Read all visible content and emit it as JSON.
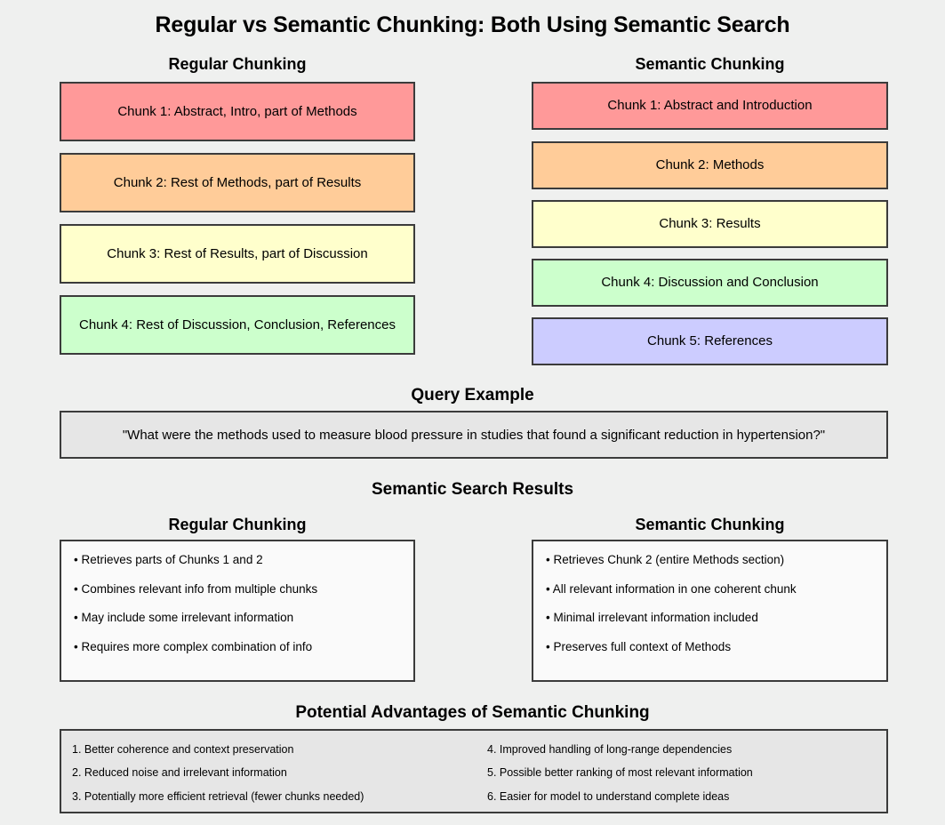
{
  "title": "Regular vs Semantic Chunking: Both Using Semantic Search",
  "colors": {
    "background": "#eff0ef",
    "border": "#3b3b3b",
    "chunk_red": "#ff9999",
    "chunk_orange": "#ffcc99",
    "chunk_yellow": "#ffffcc",
    "chunk_green": "#ccffcc",
    "chunk_purple": "#ccccff",
    "panel_gray": "#e6e6e6",
    "panel_white": "#fafafa"
  },
  "top": {
    "left_heading": "Regular Chunking",
    "right_heading": "Semantic Chunking",
    "regular_chunks": [
      {
        "label": "Chunk 1: Abstract, Intro, part of Methods",
        "color": "#ff9999"
      },
      {
        "label": "Chunk 2: Rest of Methods, part of Results",
        "color": "#ffcc99"
      },
      {
        "label": "Chunk 3: Rest of Results, part of Discussion",
        "color": "#ffffcc"
      },
      {
        "label": "Chunk 4: Rest of Discussion, Conclusion, References",
        "color": "#ccffcc"
      }
    ],
    "semantic_chunks": [
      {
        "label": "Chunk 1: Abstract and Introduction",
        "color": "#ff9999"
      },
      {
        "label": "Chunk 2: Methods",
        "color": "#ffcc99"
      },
      {
        "label": "Chunk 3: Results",
        "color": "#ffffcc"
      },
      {
        "label": "Chunk 4: Discussion and Conclusion",
        "color": "#ccffcc"
      },
      {
        "label": "Chunk 5: References",
        "color": "#ccccff"
      }
    ]
  },
  "query": {
    "heading": "Query Example",
    "text": "\"What were the methods used to measure blood pressure in studies that found a significant reduction in hypertension?\""
  },
  "results": {
    "heading": "Semantic Search Results",
    "left_heading": "Regular Chunking",
    "right_heading": "Semantic Chunking",
    "regular_points": [
      "• Retrieves parts of Chunks 1 and 2",
      "• Combines relevant info from multiple chunks",
      "• May include some irrelevant information",
      "• Requires more complex combination of info"
    ],
    "semantic_points": [
      "• Retrieves Chunk 2 (entire Methods section)",
      "• All relevant information in one coherent chunk",
      "• Minimal irrelevant information included",
      "• Preserves full context of Methods"
    ]
  },
  "advantages": {
    "heading": "Potential Advantages of Semantic Chunking",
    "left_items": [
      "1. Better coherence and context preservation",
      "2. Reduced noise and irrelevant information",
      "3. Potentially more efficient retrieval (fewer chunks needed)"
    ],
    "right_items": [
      "4. Improved handling of long-range dependencies",
      "5. Possible better ranking of most relevant information",
      "6. Easier for model to understand complete ideas"
    ]
  }
}
